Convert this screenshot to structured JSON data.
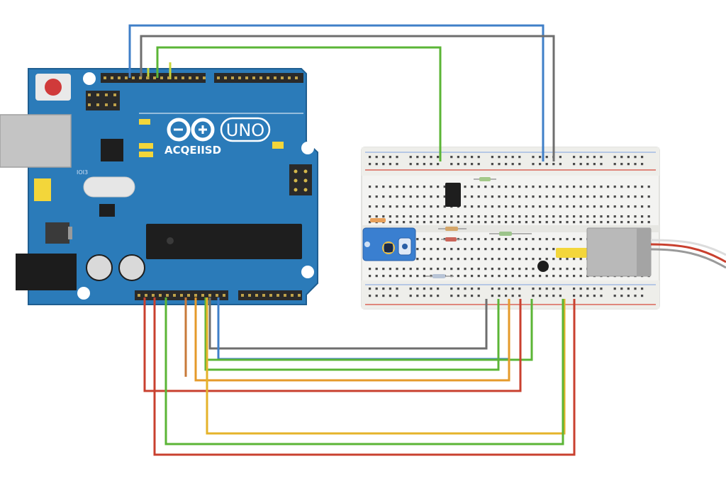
{
  "board": {
    "logo_text": "UNO",
    "brand_text": "ACQEIISD",
    "small_label": "IOI3"
  },
  "colors": {
    "board": "#2b7bb9",
    "board_dark": "#1f5e90",
    "header": "#2a2a2a",
    "breadboard": "#f4f4f2",
    "rail_red": "#d64a3a",
    "rail_blue": "#3a6fd6",
    "wire_blue": "#3f7fc8",
    "wire_gray": "#6e6e6e",
    "wire_green": "#5bb536",
    "wire_red": "#c9402f",
    "wire_orange": "#e59a2a",
    "wire_brown": "#c87a3a",
    "sensor_module": "#3a7fd0",
    "motor_body": "#b9b9b9",
    "yellow_part": "#f3d63a"
  },
  "icons": {
    "reset": "reset-button-icon",
    "infinity": "arduino-infinity-logo-icon",
    "usb": "usb-port-icon",
    "power_jack": "dc-power-jack-icon"
  }
}
